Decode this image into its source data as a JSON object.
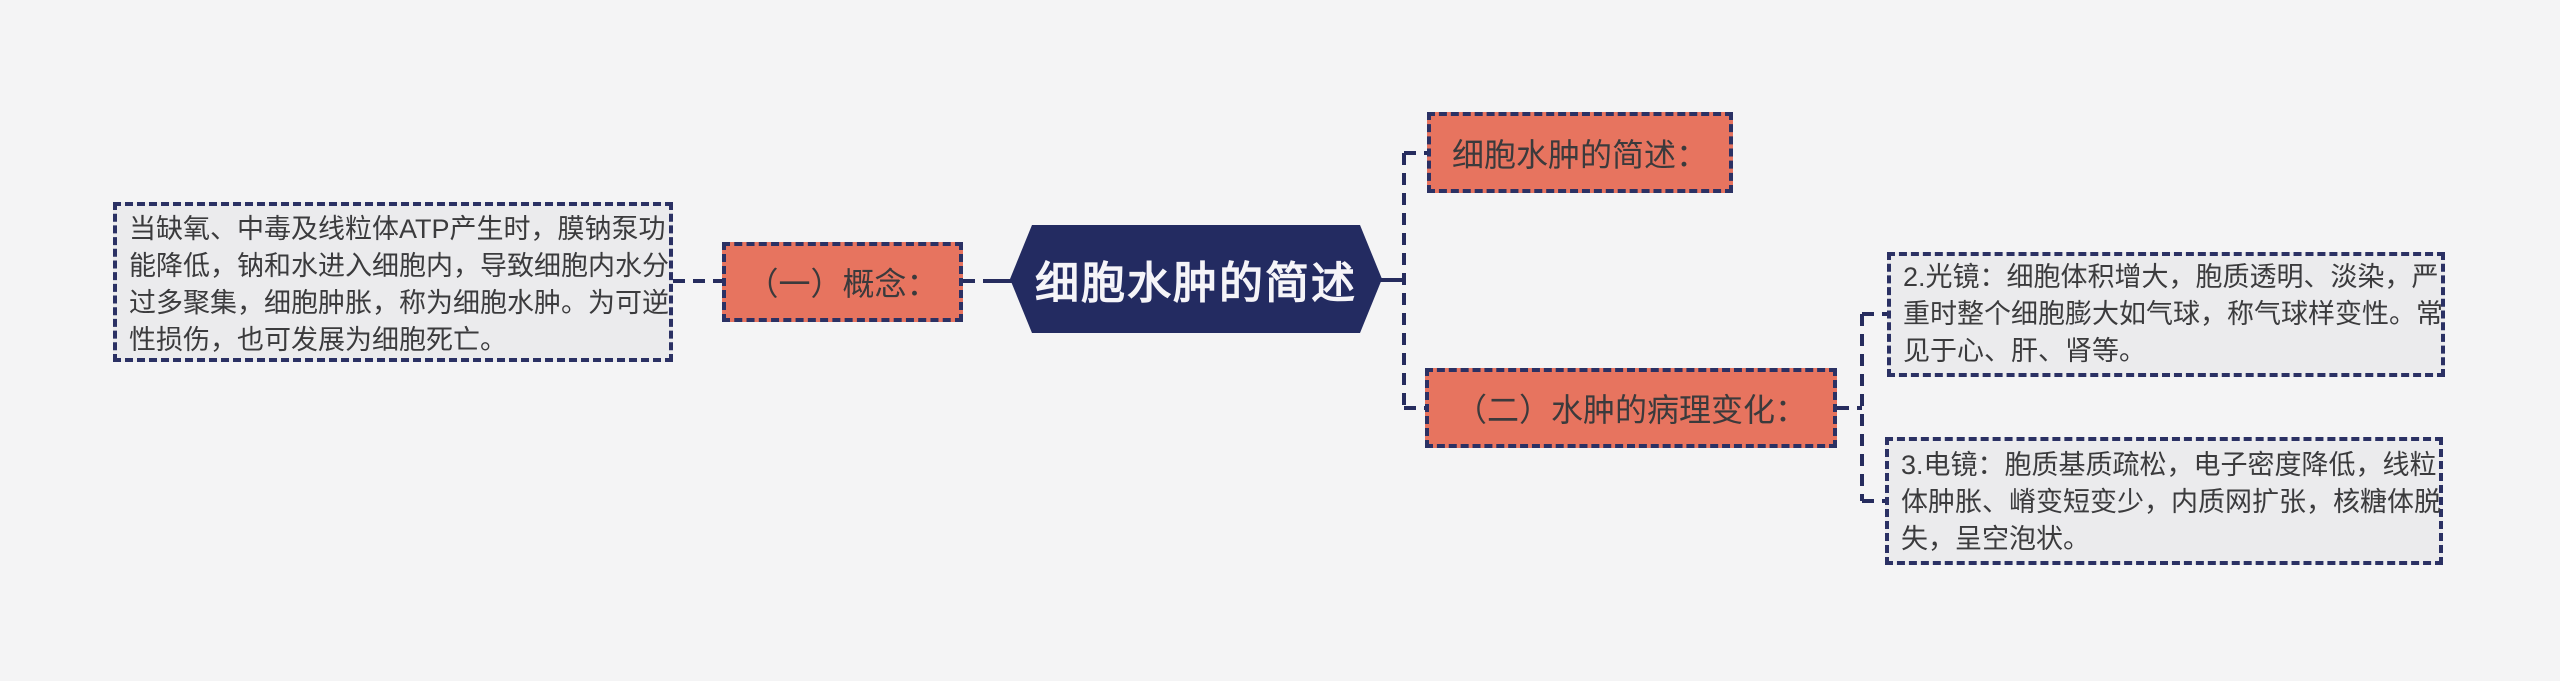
{
  "palette": {
    "background": "#f4f4f5",
    "navy": "#262c5e",
    "salmon": "#e7745f",
    "note_background": "#ebebed",
    "text_dark": "#3b3b3d",
    "text_light": "#f5f4f8"
  },
  "map": {
    "root": {
      "label": "细胞水肿的简述"
    },
    "concept": {
      "label": "（一）概念：",
      "note": "当缺氧、中毒及线粒体ATP产生时，膜钠泵功\n能降低，钠和水进入细胞内，导致细胞内水分\n过多聚集，细胞肿胀，称为细胞水肿。为可逆\n性损伤，也可发展为细胞死亡。"
    },
    "summary": {
      "label": "细胞水肿的简述："
    },
    "pathology": {
      "label": "（二）水肿的病理变化：",
      "children": [
        {
          "text": "2.光镜：细胞体积增大，胞质透明、淡染，严\n重时整个细胞膨大如气球，称气球样变性。常\n见于心、肝、肾等。"
        },
        {
          "text": "3.电镜：胞质基质疏松，电子密度降低，线粒\n体肿胀、嵴变短变少，内质网扩张，核糖体脱\n失，呈空泡状。"
        }
      ]
    }
  }
}
